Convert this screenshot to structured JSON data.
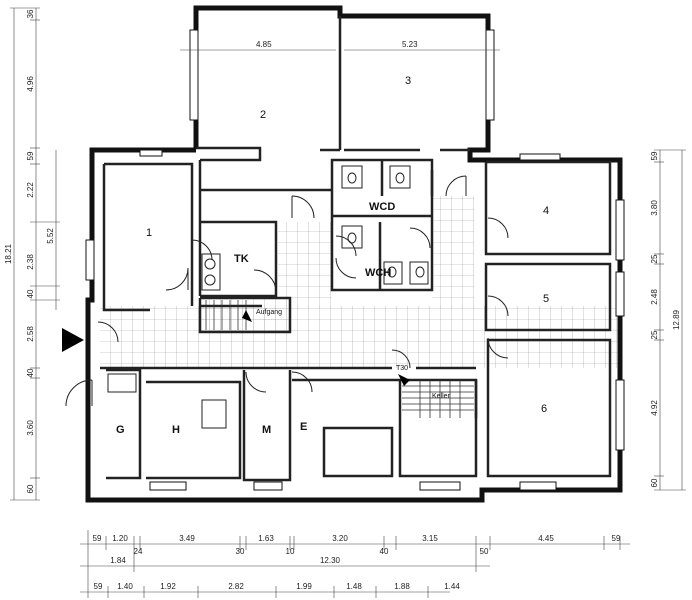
{
  "rooms": {
    "r1": "1",
    "r2": "2",
    "r3": "3",
    "r4": "4",
    "r5": "5",
    "r6": "6",
    "tk": "TK",
    "wcd": "WCD",
    "wch": "WCH",
    "g": "G",
    "h": "H",
    "m": "M",
    "e": "E"
  },
  "stairs": {
    "aufgang": "Aufgang",
    "keller": "Keller",
    "tuer": "T30"
  },
  "dims_top_rooms": {
    "room2_width": "4.85",
    "room3_width": "5.23"
  },
  "dims_left": [
    "36",
    "4.96",
    "59",
    "2.22",
    "5.52",
    "2.38",
    "40",
    "2.58",
    "40",
    "3.60",
    "60"
  ],
  "dims_left_total": "18.21",
  "dims_right": [
    "59",
    "3.80",
    "25",
    "2.48",
    "25",
    "4.92",
    "60"
  ],
  "dims_right_total": "12.89",
  "dims_bottom_row1": [
    "59",
    "1.20",
    "3.49",
    "1.63",
    "3.20",
    "3.15",
    "4.45",
    "59"
  ],
  "dims_bottom_row1_small": [
    "24",
    "30",
    "10",
    "40",
    "50"
  ],
  "dims_bottom_row2": [
    "1.84",
    "12.30"
  ],
  "dims_bottom_row3": [
    "59",
    "1.40",
    "1.92",
    "2.82",
    "1.99",
    "1.48",
    "1.88",
    "1.44"
  ]
}
